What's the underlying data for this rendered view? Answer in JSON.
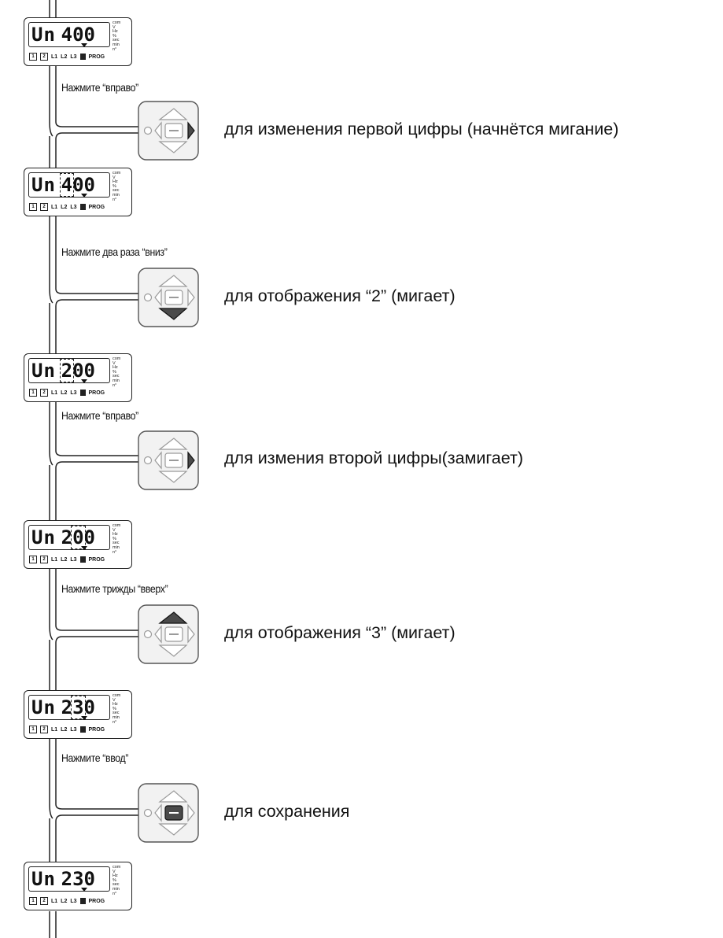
{
  "steps": [
    {
      "display": {
        "label": "Un",
        "digits": [
          "4",
          "0",
          "0"
        ],
        "blink_index": null,
        "units": "com\nV\nHz\n%\nsec\nmin\nn°",
        "status": [
          "1",
          "2",
          "L1",
          "L2",
          "L3",
          "PROG"
        ]
      },
      "caption": "Нажмите “вправо”",
      "key": "right",
      "instruction": "для изменения первой цифры (начнётся мигание)"
    },
    {
      "display": {
        "label": "Un",
        "digits": [
          "4",
          "0",
          "0"
        ],
        "blink_index": 0,
        "units": "com\nV\nHz\n%\nsec\nmin\nn°",
        "status": [
          "1",
          "2",
          "L1",
          "L2",
          "L3",
          "PROG"
        ]
      },
      "caption": "Нажмите два раза “вниз”",
      "key": "down",
      "instruction": "для отображения “2” (мигает)"
    },
    {
      "display": {
        "label": "Un",
        "digits": [
          "2",
          "0",
          "0"
        ],
        "blink_index": 0,
        "units": "com\nV\nHz\n%\nsec\nmin\nn°",
        "status": [
          "1",
          "2",
          "L1",
          "L2",
          "L3",
          "PROG"
        ]
      },
      "caption": "Нажмите “вправо”",
      "key": "right",
      "instruction": "для измения второй цифры(замигает)"
    },
    {
      "display": {
        "label": "Un",
        "digits": [
          "2",
          "0",
          "0"
        ],
        "blink_index": 1,
        "units": "com\nV\nHz\n%\nsec\nmin\nn°",
        "status": [
          "1",
          "2",
          "L1",
          "L2",
          "L3",
          "PROG"
        ]
      },
      "caption": "Нажмите трижды “вверх”",
      "key": "up",
      "instruction": "для отображения “3” (мигает)"
    },
    {
      "display": {
        "label": "Un",
        "digits": [
          "2",
          "3",
          "0"
        ],
        "blink_index": 1,
        "units": "com\nV\nHz\n%\nsec\nmin\nn°",
        "status": [
          "1",
          "2",
          "L1",
          "L2",
          "L3",
          "PROG"
        ]
      },
      "caption": "Нажмите “ввод”",
      "key": "enter",
      "instruction": "для сохранения"
    }
  ],
  "final_display": {
    "label": "Un",
    "digits": [
      "2",
      "3",
      "0"
    ],
    "blink_index": null,
    "units": "com\nV\nHz\n%\nsec\nmin\nn°",
    "status": [
      "1",
      "2",
      "L1",
      "L2",
      "L3",
      "PROG"
    ]
  },
  "colors": {
    "line": "#222222",
    "key_active": "#4a4a4a",
    "key_fill": "#f2f2f2",
    "key_outline": "#9a9a9a"
  }
}
